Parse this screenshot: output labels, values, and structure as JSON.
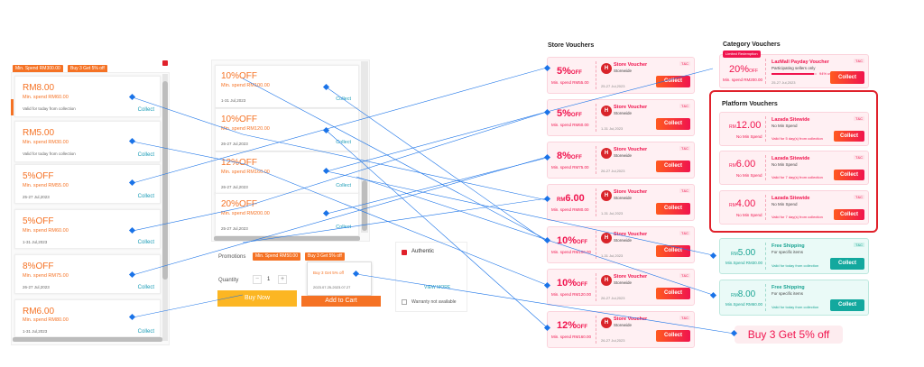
{
  "left_panel": {
    "tags": [
      "Min. Spend RM300.00",
      "Buy 3 Get 5% off"
    ],
    "vouchers": [
      {
        "amount": "RM8.00",
        "min": "Min. spend RM60.00",
        "note": "Valid for today from collection",
        "collect": "Collect"
      },
      {
        "amount": "RM5.00",
        "min": "Min. spend RM30.00",
        "note": "Valid for today from collection",
        "collect": "Collect"
      },
      {
        "amount": "5%OFF",
        "min": "Min. spend RM55.00",
        "note": "25-27 Jul,2023",
        "collect": "Collect"
      },
      {
        "amount": "5%OFF",
        "min": "Min. spend RM60.00",
        "note": "1-31 Jul,2023",
        "collect": "Collect"
      },
      {
        "amount": "8%OFF",
        "min": "Min. spend RM75.00",
        "note": "26-27 Jul,2023",
        "collect": "Collect"
      },
      {
        "amount": "RM6.00",
        "min": "Min. spend RM80.00",
        "note": "1-31 Jul,2023",
        "collect": "Collect"
      }
    ]
  },
  "middle_panel": {
    "vouchers": [
      {
        "amount": "10%OFF",
        "min": "Min. spend RM100.00",
        "date": "1-31 Jul,2023",
        "collect": "Collect"
      },
      {
        "amount": "10%OFF",
        "min": "Min. spend RM120.00",
        "date": "26-27 Jul,2023",
        "collect": "Collect"
      },
      {
        "amount": "12%OFF",
        "min": "Min. spend RM160.00",
        "date": "26-27 Jul,2023",
        "collect": "Collect"
      },
      {
        "amount": "20%OFF",
        "min": "Min. spend RM200.00",
        "date": "25-27 Jul,2023",
        "collect": "Collect"
      }
    ],
    "promotions_label": "Promotions",
    "promo_tags": [
      "Min. Spend RM50.00",
      "Buy 3 Get 5% off"
    ],
    "quantity_label": "Quantity",
    "quantity_value": "1",
    "buy_now": "Buy Now",
    "add_to_cart": "Add to Cart",
    "popup": {
      "title": "Buy 3 Get 5% off",
      "date": "2023.07.25-2023.07.27"
    },
    "authentic": "Authentic",
    "view_more": "VIEW MORE",
    "warranty": "Warranty not available"
  },
  "store_vouchers": {
    "title": "Store Vouchers",
    "items": [
      {
        "amount": "5%",
        "suffix": "OFF",
        "min": "Min. spend RM55.00",
        "name": "Store Voucher",
        "sub": "Storewide",
        "date": "25-27 Jul,2023",
        "tc": "T&C",
        "collect": "Collect"
      },
      {
        "amount": "5%",
        "suffix": "OFF",
        "min": "Min. spend RM60.00",
        "name": "Store Voucher",
        "sub": "Storewide",
        "date": "1-31 Jul,2023",
        "tc": "T&C",
        "collect": "Collect"
      },
      {
        "amount": "8%",
        "suffix": "OFF",
        "min": "Min. spend RM75.00",
        "name": "Store Voucher",
        "sub": "Storewide",
        "date": "26-27 Jul,2023",
        "tc": "T&C",
        "collect": "Collect"
      },
      {
        "amount": "6.00",
        "prefix": "RM",
        "min": "Min. spend RM80.00",
        "name": "Store Voucher",
        "sub": "Storewide",
        "date": "1-31 Jul,2023",
        "tc": "T&C",
        "collect": "Collect"
      },
      {
        "amount": "10%",
        "suffix": "OFF",
        "min": "Min. spend RM100.00",
        "name": "Store Voucher",
        "sub": "Storewide",
        "date": "1-31 Jul,2023",
        "tc": "T&C",
        "collect": "Collect"
      },
      {
        "amount": "10%",
        "suffix": "OFF",
        "min": "Min. spend RM120.00",
        "name": "Store Voucher",
        "sub": "Storewide",
        "date": "26-27 Jul,2023",
        "tc": "T&C",
        "collect": "Collect"
      },
      {
        "amount": "12%",
        "suffix": "OFF",
        "min": "Min. spend RM160.00",
        "name": "Store Voucher",
        "sub": "Storewide",
        "date": "26-27 Jul,2023",
        "tc": "T&C",
        "collect": "Collect"
      }
    ]
  },
  "category_vouchers": {
    "title": "Category Vouchers",
    "badge": "Limited Redemption",
    "amount": "20%",
    "suffix": "OFF",
    "min": "Min. spend RM200.00",
    "name": "LazMall Payday Voucher",
    "sub": "Participating sellers only",
    "used": "94% used",
    "used_fraction": 0.94,
    "date": "25-27 Jul,2023",
    "tc": "T&C",
    "collect": "Collect"
  },
  "platform_vouchers": {
    "title": "Platform Vouchers",
    "items": [
      {
        "prefix": "RM",
        "amount": "12.00",
        "min": "No Min Spend",
        "name": "Lazada Sitewide",
        "sub": "No Min Spend",
        "valid": "Valid for 5 day(s) from collection",
        "tc": "T&C",
        "collect": "Collect"
      },
      {
        "prefix": "RM",
        "amount": "6.00",
        "min": "No Min Spend",
        "name": "Lazada Sitewide",
        "sub": "No Min Spend",
        "valid": "Valid for 7 day(s) from collection",
        "tc": "T&C",
        "collect": "Collect"
      },
      {
        "prefix": "RM",
        "amount": "4.00",
        "min": "No Min Spend",
        "name": "Lazada Sitewide",
        "sub": "No Min Spend",
        "valid": "Valid for 7 day(s) from collection",
        "tc": "T&C",
        "collect": "Collect"
      }
    ]
  },
  "free_shipping": [
    {
      "prefix": "RM",
      "amount": "5.00",
      "min": "Min.Spend RM30.00",
      "name": "Free Shipping",
      "sub": "For specific items",
      "valid": "Valid for today from collection",
      "tc": "T&C",
      "collect": "Collect"
    },
    {
      "prefix": "RM",
      "amount": "8.00",
      "min": "Min.Spend RM60.00",
      "name": "Free Shipping",
      "sub": "For specific items",
      "valid": "Valid for today from collection",
      "collect": "Collect"
    }
  ],
  "buy3_label": "Buy 3 Get 5% off",
  "colors": {
    "orange": "#f57224",
    "pink": "#f0144e",
    "teal": "#1aa493",
    "link": "#1a9cb7",
    "arrow": "#1a73e8",
    "highlight": "#e0212b"
  }
}
